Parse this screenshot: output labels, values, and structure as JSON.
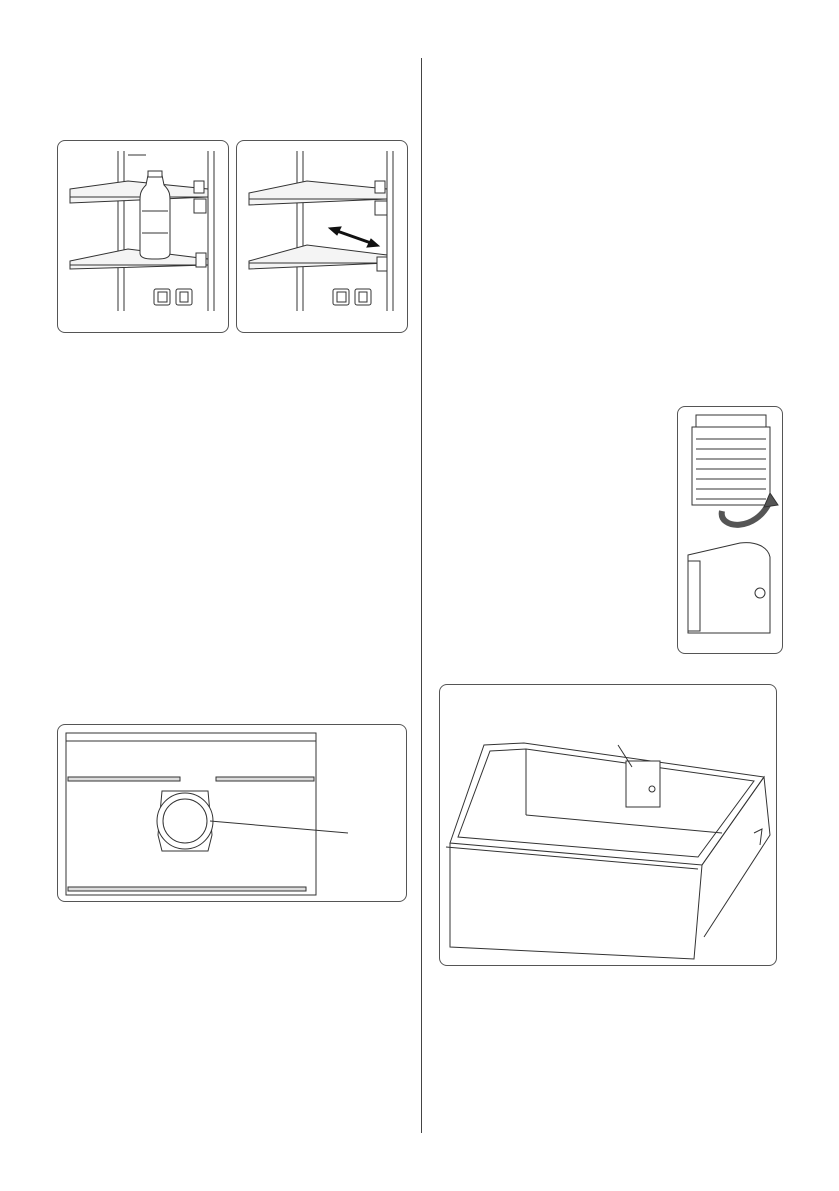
{
  "page": {
    "left_column": {
      "figures": [
        {
          "label": "shelf-with-bottle-illustration"
        },
        {
          "label": "shelf-adjust-illustration"
        },
        {
          "label": "shelf-cutout-illustration"
        }
      ]
    },
    "right_column": {
      "figures": [
        {
          "label": "filter-cover-illustration"
        },
        {
          "label": "crisper-drawer-illustration"
        }
      ]
    }
  }
}
